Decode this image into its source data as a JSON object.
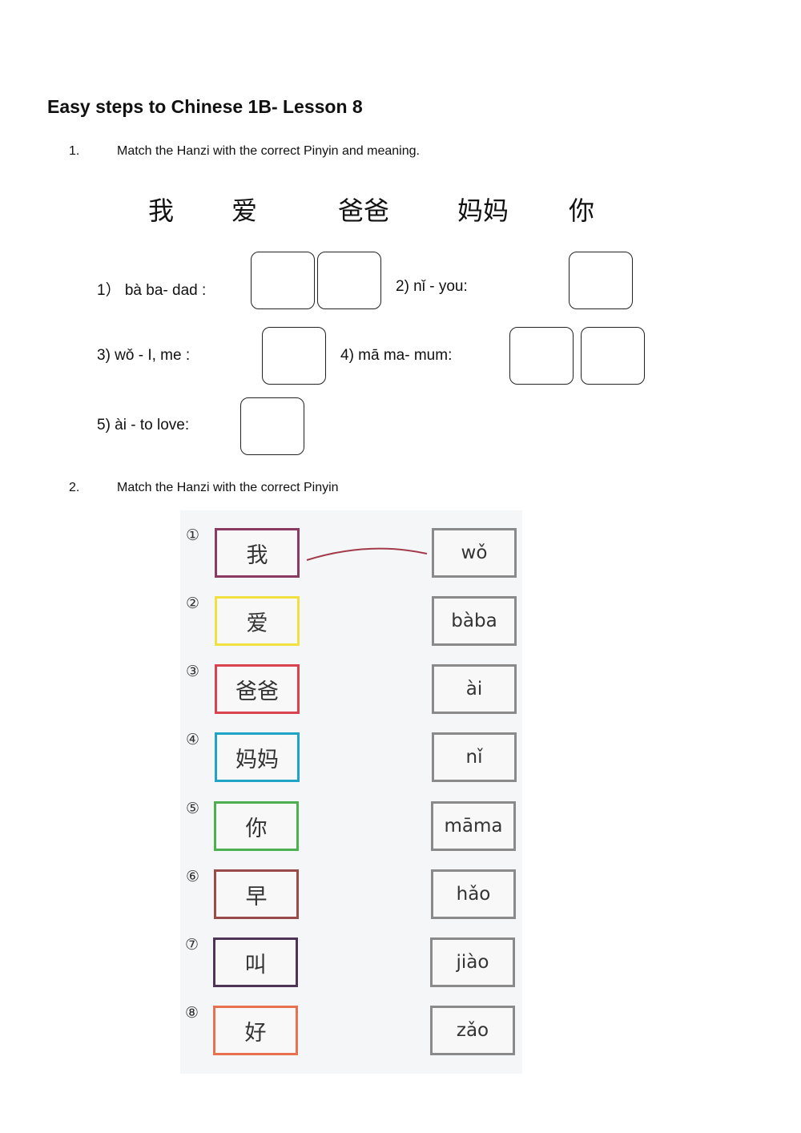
{
  "document": {
    "title": "Easy steps to Chinese 1B- Lesson 8"
  },
  "question1": {
    "number": "1.",
    "instruction": "Match the Hanzi with the correct Pinyin and meaning.",
    "hanzi_bank": [
      "我",
      "爱",
      "爸爸",
      "妈妈",
      "你"
    ],
    "items": [
      {
        "label": "1）  bà ba- dad :",
        "boxes": 2
      },
      {
        "label": "2)    nǐ  - you:",
        "boxes": 1
      },
      {
        "label": "3)    wǒ - I, me :",
        "boxes": 1
      },
      {
        "label": "4) mā ma- mum:",
        "boxes": 2
      },
      {
        "label": "5)  ài - to love:",
        "boxes": 1
      }
    ]
  },
  "question2": {
    "number": "2.",
    "instruction": "Match the Hanzi with the correct Pinyin",
    "rows": [
      {
        "num": "①",
        "hanzi": "我",
        "color": "#8b3a62",
        "pinyin": "wǒ"
      },
      {
        "num": "②",
        "hanzi": "爱",
        "color": "#f0e040",
        "pinyin": "bàba"
      },
      {
        "num": "③",
        "hanzi": "爸爸",
        "color": "#d9434f",
        "pinyin": "ài"
      },
      {
        "num": "④",
        "hanzi": "妈妈",
        "color": "#1fa3c7",
        "pinyin": "nǐ"
      },
      {
        "num": "⑤",
        "hanzi": "你",
        "color": "#4caf50",
        "pinyin": "māma"
      },
      {
        "num": "⑥",
        "hanzi": "早",
        "color": "#9b4a4a",
        "pinyin": "hǎo"
      },
      {
        "num": "⑦",
        "hanzi": "叫",
        "color": "#4e3558",
        "pinyin": "jiào"
      },
      {
        "num": "⑧",
        "hanzi": "好",
        "color": "#e8714f",
        "pinyin": "zǎo"
      }
    ],
    "example_line_color": "#a33a4a"
  }
}
